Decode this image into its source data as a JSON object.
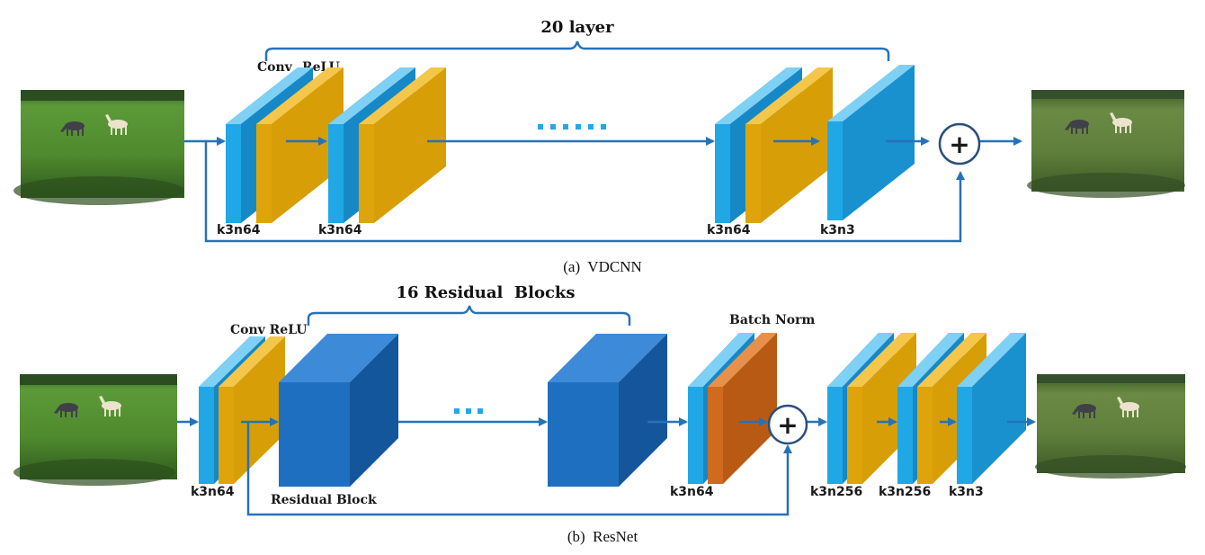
{
  "colors": {
    "arrow": "#2672b8",
    "conv_front": "#20a8e6",
    "conv_side": "#1788c6",
    "conv_top": "#7fd0f5",
    "relu_front": "#dfa40a",
    "relu_side": "#b98700",
    "relu_top": "#f4c74a",
    "bn_front": "#cf6a1e",
    "bn_side": "#a64f10",
    "bn_top": "#e8904a",
    "res_front": "#1f6fc1",
    "res_side": "#14569c",
    "res_top": "#3d8ad8",
    "dots": "#22a8e8",
    "grass": "#4e8a2f",
    "sky": "#2b5a1e"
  },
  "vdcnn": {
    "bracket_title": "20 layer",
    "conv_label": "Conv",
    "relu_label": "ReLU",
    "kernel_labels": [
      "k3n64",
      "k3n64",
      "k3n64",
      "k3n3"
    ],
    "plus_symbol": "+",
    "caption": "(a)  VDCNN"
  },
  "resnet": {
    "bracket_title": "16 Residual  Blocks",
    "conv_relu_label": "Conv ReLU",
    "batch_norm_label": "Batch Norm",
    "residual_block_label": "Residual Block",
    "kernel_labels": [
      "k3n64",
      "k3n64",
      "k3n256",
      "k3n256",
      "k3n3"
    ],
    "plus_symbol": "+",
    "caption": "(b)  ResNet"
  },
  "images": {
    "input": "input-image",
    "output": "output-image"
  }
}
